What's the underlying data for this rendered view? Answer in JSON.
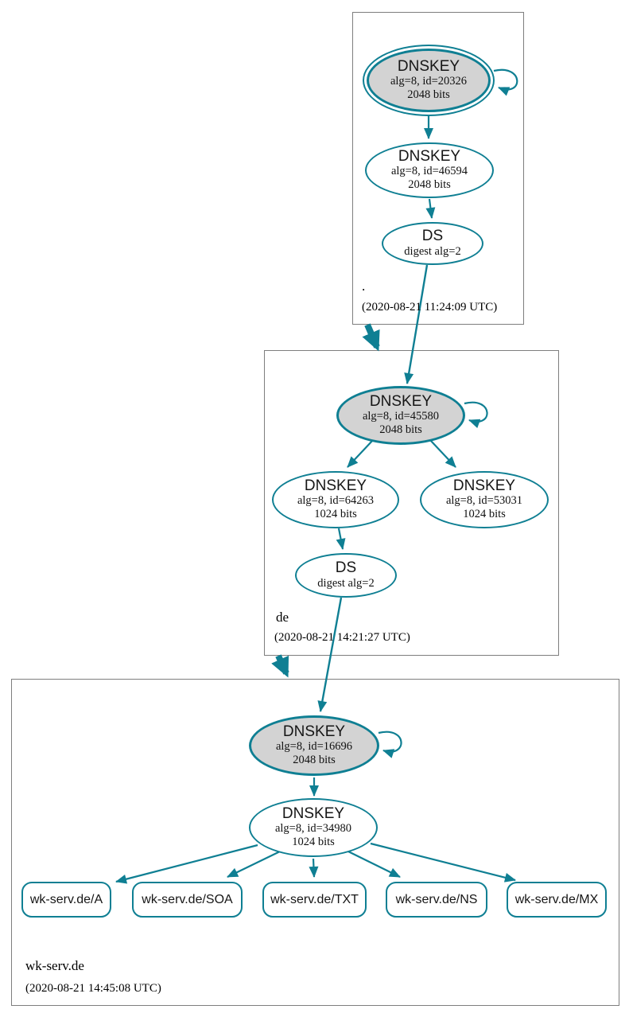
{
  "palette": {
    "line": "#0f7f93",
    "ksk_fill": "#d3d3d3",
    "node_fill": "#ffffff",
    "box_border": "#7e7e7e"
  },
  "zones": [
    {
      "label": ".",
      "timestamp": "(2020-08-21 11:24:09 UTC)",
      "nodes": {
        "ksk": {
          "title": "DNSKEY",
          "detail1": "alg=8, id=20326",
          "detail2": "2048 bits"
        },
        "zsk": {
          "title": "DNSKEY",
          "detail1": "alg=8, id=46594",
          "detail2": "2048 bits"
        },
        "ds": {
          "title": "DS",
          "detail1": "digest alg=2"
        }
      }
    },
    {
      "label": "de",
      "timestamp": "(2020-08-21 14:21:27 UTC)",
      "nodes": {
        "ksk": {
          "title": "DNSKEY",
          "detail1": "alg=8, id=45580",
          "detail2": "2048 bits"
        },
        "zsk1": {
          "title": "DNSKEY",
          "detail1": "alg=8, id=64263",
          "detail2": "1024 bits"
        },
        "zsk2": {
          "title": "DNSKEY",
          "detail1": "alg=8, id=53031",
          "detail2": "1024 bits"
        },
        "ds": {
          "title": "DS",
          "detail1": "digest alg=2"
        }
      }
    },
    {
      "label": "wk-serv.de",
      "timestamp": "(2020-08-21 14:45:08 UTC)",
      "nodes": {
        "ksk": {
          "title": "DNSKEY",
          "detail1": "alg=8, id=16696",
          "detail2": "2048 bits"
        },
        "zsk": {
          "title": "DNSKEY",
          "detail1": "alg=8, id=34980",
          "detail2": "1024 bits"
        }
      },
      "rrsets": [
        "wk-serv.de/A",
        "wk-serv.de/SOA",
        "wk-serv.de/TXT",
        "wk-serv.de/NS",
        "wk-serv.de/MX"
      ]
    }
  ]
}
